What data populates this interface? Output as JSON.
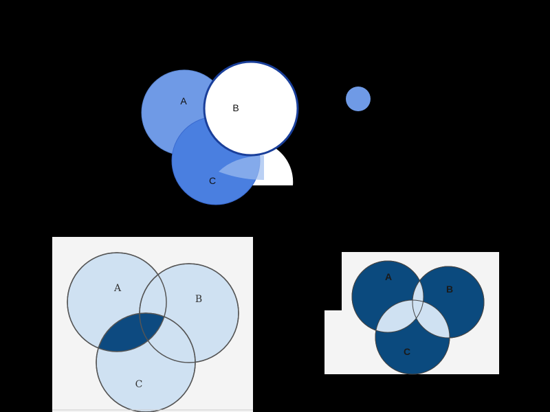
{
  "diagram_top": {
    "labels": {
      "a": "A",
      "b": "B",
      "c": "C"
    },
    "colors": {
      "a": "#6f9ae6",
      "c": "#4a7fe0",
      "b": "#ffffff",
      "outline": "#1a3f9a",
      "dot": "#6f9ae6"
    }
  },
  "diagram_left": {
    "labels": {
      "a": "A",
      "b": "B",
      "c": "C"
    },
    "colors": {
      "background": "#f4f4f4",
      "fill": "#cfe1f2",
      "highlight": "#0d4a80",
      "stroke": "#555555"
    }
  },
  "diagram_right": {
    "labels": {
      "a": "A",
      "b": "B",
      "c": "C"
    },
    "colors": {
      "background": "#f4f4f4",
      "fill": "#0b4a7e",
      "center": "#cfe1f2",
      "stroke": "#444444"
    }
  }
}
